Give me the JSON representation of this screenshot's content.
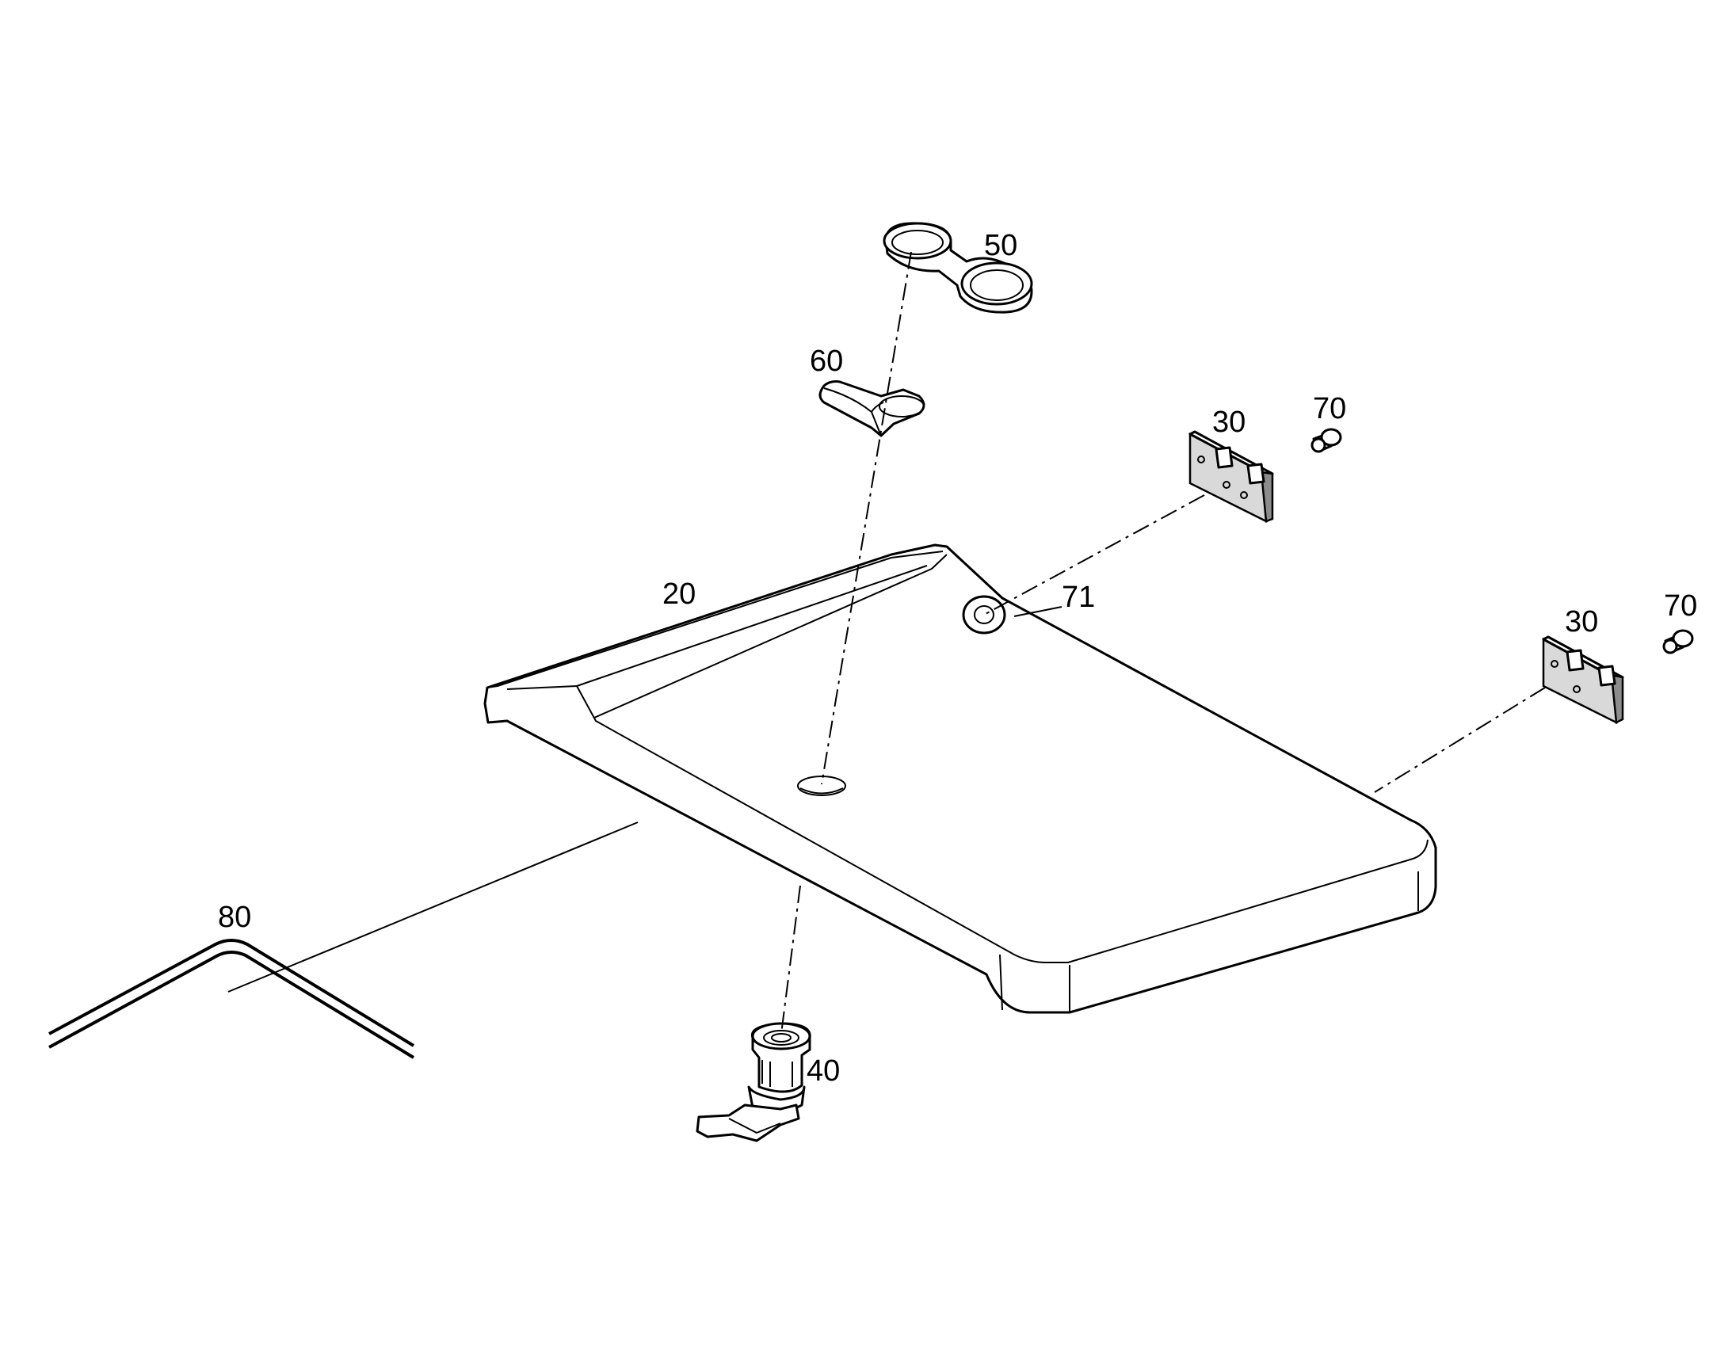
{
  "callouts": {
    "c20": "20",
    "c30a": "30",
    "c30b": "30",
    "c40": "40",
    "c50": "50",
    "c60": "60",
    "c70a": "70",
    "c70b": "70",
    "c71": "71",
    "c80": "80"
  },
  "parts": {
    "lid": "lid-panel",
    "hinge": "hinge",
    "rivet": "rivet",
    "grommet": "grommet",
    "lock": "cam-lock",
    "cap": "twin-cap",
    "clip": "clip",
    "seal": "edge-seal"
  }
}
